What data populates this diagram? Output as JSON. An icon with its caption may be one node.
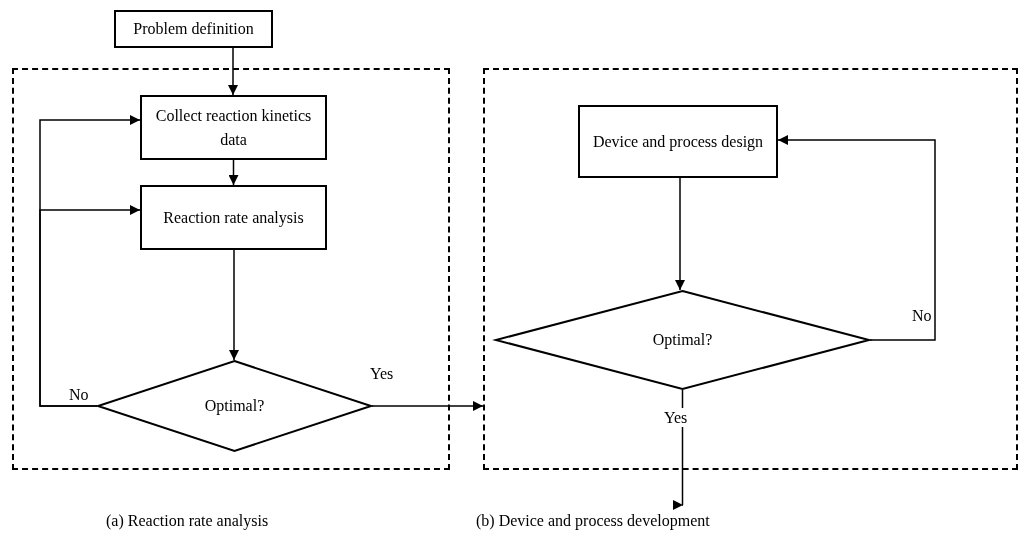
{
  "diagram": {
    "nodes": [
      {
        "text": [
          "Problem definition"
        ]
      },
      {
        "text": [],
        "shape": "box",
        "beside": [
          "(a) Reaction rate analysis"
        ]
      },
      {
        "text": [
          "Collect reaction kinetics data"
        ],
        "in": 1
      },
      {
        "text": [
          "Reaction rate analysis"
        ],
        "in": 1
      },
      {
        "text": [
          "Optimal?"
        ],
        "in": 1
      },
      {
        "text": [],
        "shape": "box",
        "beside": [
          "(b) Device and process development"
        ]
      },
      {
        "text": [
          "Device and process design"
        ],
        "in": 5
      },
      {
        "text": [
          "Optimal?"
        ],
        "in": 5
      }
    ],
    "edges": [
      {
        "from": 0,
        "to": 2,
        "arrow": "to"
      },
      {
        "from": 2,
        "to": 3,
        "arrow": "to"
      },
      {
        "from": 3,
        "to": 4,
        "arrow": "to"
      },
      {
        "from": 4,
        "to": 2,
        "arrow": "to",
        "label": "No"
      },
      {
        "from": 4,
        "to": 3,
        "arrow": "to"
      },
      {
        "from": 4,
        "to": 5,
        "arrow": "to",
        "label": "Yes"
      },
      {
        "from": 6,
        "to": 7,
        "arrow": "to"
      },
      {
        "from": 7,
        "to": 6,
        "arrow": "to",
        "label": "No"
      },
      {
        "from": 7,
        "to": null,
        "arrow": "to",
        "label": "Yes"
      }
    ]
  }
}
